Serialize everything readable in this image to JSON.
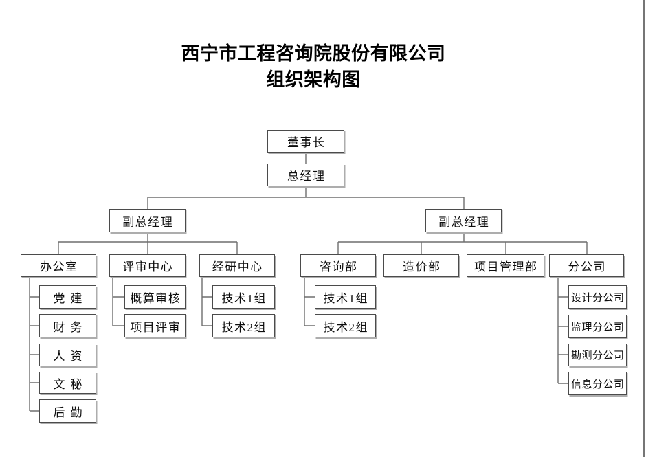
{
  "title": {
    "line1": "西宁市工程咨询院股份有限公司",
    "line2": "组织架构图"
  },
  "nodes": {
    "chairman": {
      "label": "董事长"
    },
    "general_manager": {
      "label": "总经理"
    },
    "deputy_gm_left": {
      "label": "副总经理"
    },
    "deputy_gm_right": {
      "label": "副总经理"
    },
    "office": {
      "label": "办公室"
    },
    "review_center": {
      "label": "评审中心"
    },
    "research_center": {
      "label": "经研中心"
    },
    "consulting_dept": {
      "label": "咨询部"
    },
    "cost_dept": {
      "label": "造价部"
    },
    "project_mgmt_dept": {
      "label": "项目管理部"
    },
    "branches": {
      "label": "分公司"
    },
    "party_building": {
      "label": "党建"
    },
    "finance": {
      "label": "财务"
    },
    "human_resources": {
      "label": "人资"
    },
    "secretarial": {
      "label": "文秘"
    },
    "logistics": {
      "label": "后勤"
    },
    "estimate_review": {
      "label": "概算审核"
    },
    "project_review": {
      "label": "项目评审"
    },
    "research_tech_group1": {
      "label": "技术1组"
    },
    "research_tech_group2": {
      "label": "技术2组"
    },
    "consulting_tech_group1": {
      "label": "技术1组"
    },
    "consulting_tech_group2": {
      "label": "技术2组"
    },
    "design_branch": {
      "label": "设计分公司"
    },
    "supervision_branch": {
      "label": "监理分公司"
    },
    "survey_branch": {
      "label": "勘测分公司"
    },
    "info_branch": {
      "label": "信息分公司"
    }
  },
  "hierarchy": {
    "董事长": [
      "总经理"
    ],
    "总经理": [
      "副总经理(左)",
      "副总经理(右)"
    ],
    "副总经理(左)": [
      "办公室",
      "评审中心",
      "经研中心"
    ],
    "副总经理(右)": [
      "咨询部",
      "造价部",
      "项目管理部",
      "分公司"
    ],
    "办公室": [
      "党建",
      "财务",
      "人资",
      "文秘",
      "后勤"
    ],
    "评审中心": [
      "概算审核",
      "项目评审"
    ],
    "经研中心": [
      "技术1组",
      "技术2组"
    ],
    "咨询部": [
      "技术1组",
      "技术2组"
    ],
    "分公司": [
      "设计分公司",
      "监理分公司",
      "勘测分公司",
      "信息分公司"
    ]
  },
  "colors": {
    "background": "#ffffff",
    "box_border": "#4b4b4b",
    "box_shadow": "#adadad",
    "connector": "#6e6e6e",
    "text": "#0d0d0d",
    "page_edge": "#767676"
  }
}
